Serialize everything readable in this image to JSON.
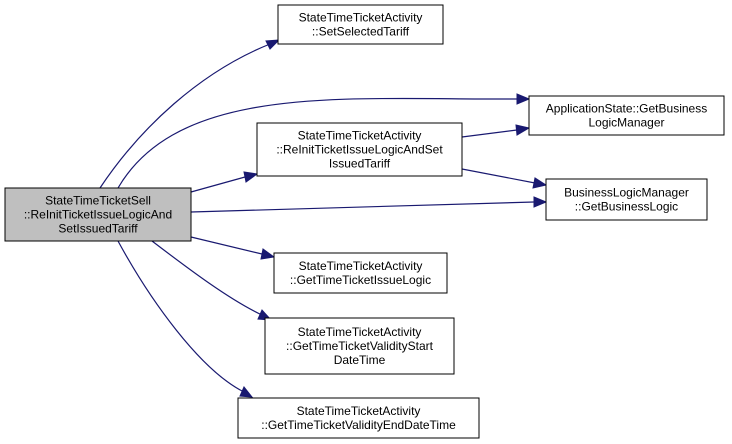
{
  "nodes": [
    {
      "id": "root",
      "lines": [
        "StateTimeTicketSell",
        "::ReInitTicketIssueLogicAnd",
        "SetIssuedTariff"
      ],
      "highlighted": true
    },
    {
      "id": "set-selected-tariff",
      "lines": [
        "StateTimeTicketActivity",
        "::SetSelectedTariff"
      ]
    },
    {
      "id": "application-state",
      "lines": [
        "ApplicationState::GetBusiness",
        "LogicManager"
      ]
    },
    {
      "id": "reinit-activity",
      "lines": [
        "StateTimeTicketActivity",
        "::ReInitTicketIssueLogicAndSet",
        "IssuedTariff"
      ]
    },
    {
      "id": "business-logic-manager",
      "lines": [
        "BusinessLogicManager",
        "::GetBusinessLogic"
      ]
    },
    {
      "id": "get-issue-logic",
      "lines": [
        "StateTimeTicketActivity",
        "::GetTimeTicketIssueLogic"
      ]
    },
    {
      "id": "get-validity-start",
      "lines": [
        "StateTimeTicketActivity",
        "::GetTimeTicketValidityStart",
        "DateTime"
      ]
    },
    {
      "id": "get-validity-end",
      "lines": [
        "StateTimeTicketActivity",
        "::GetTimeTicketValidityEndDateTime"
      ]
    }
  ],
  "edges": [
    {
      "from": "root",
      "to": "set-selected-tariff"
    },
    {
      "from": "root",
      "to": "application-state"
    },
    {
      "from": "root",
      "to": "reinit-activity"
    },
    {
      "from": "root",
      "to": "business-logic-manager"
    },
    {
      "from": "root",
      "to": "get-issue-logic"
    },
    {
      "from": "root",
      "to": "get-validity-start"
    },
    {
      "from": "root",
      "to": "get-validity-end"
    },
    {
      "from": "reinit-activity",
      "to": "application-state"
    },
    {
      "from": "reinit-activity",
      "to": "business-logic-manager"
    }
  ],
  "colors": {
    "edge": "#191970",
    "root_fill": "#bfbfbf",
    "node_fill": "#ffffff",
    "border": "#000000"
  }
}
